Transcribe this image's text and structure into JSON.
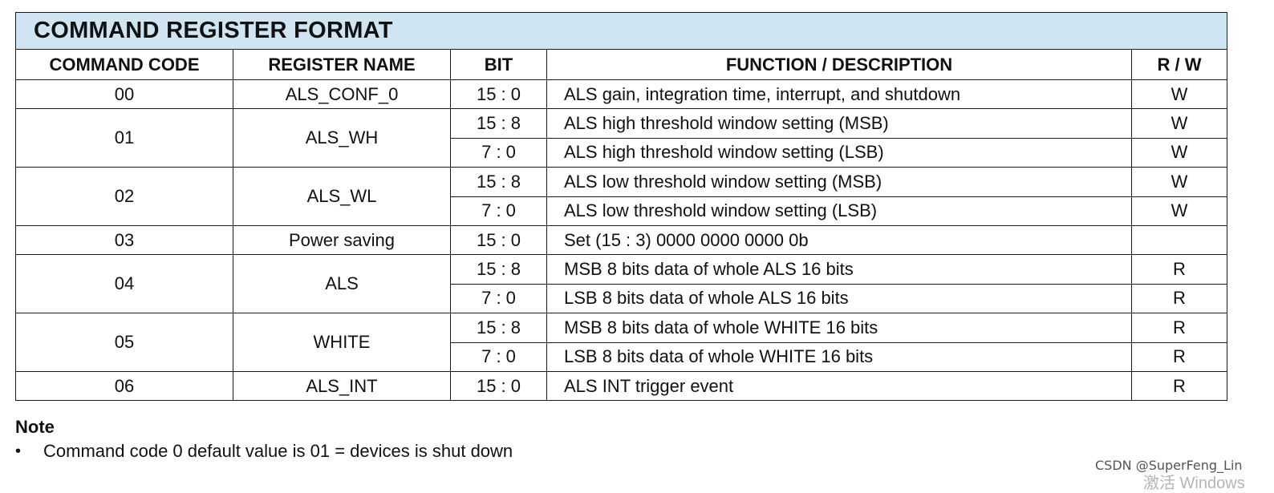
{
  "table": {
    "title": "COMMAND REGISTER FORMAT",
    "headers": {
      "code": "COMMAND CODE",
      "name": "REGISTER NAME",
      "bit": "BIT",
      "function": "FUNCTION / DESCRIPTION",
      "rw": "R / W"
    },
    "rows": [
      {
        "code": "00",
        "name": "ALS_CONF_0",
        "bit": "15 : 0",
        "desc": "ALS gain, integration time, interrupt, and shutdown",
        "rw": "W"
      },
      {
        "code": "01",
        "name": "ALS_WH",
        "bit": "15 : 8",
        "desc": "ALS high threshold window setting (MSB)",
        "rw": "W"
      },
      {
        "bit": "7 : 0",
        "desc": "ALS high threshold window setting (LSB)",
        "rw": "W"
      },
      {
        "code": "02",
        "name": "ALS_WL",
        "bit": "15 : 8",
        "desc": "ALS low threshold window setting (MSB)",
        "rw": "W"
      },
      {
        "bit": "7 : 0",
        "desc": "ALS low threshold window setting (LSB)",
        "rw": "W"
      },
      {
        "code": "03",
        "name": "Power saving",
        "bit": "15 : 0",
        "desc": "Set (15 : 3) 0000 0000 0000 0b",
        "rw": ""
      },
      {
        "code": "04",
        "name": "ALS",
        "bit": "15 : 8",
        "desc": "MSB 8 bits data of whole ALS 16 bits",
        "rw": "R"
      },
      {
        "bit": "7 : 0",
        "desc": "LSB 8 bits data of whole ALS 16 bits",
        "rw": "R"
      },
      {
        "code": "05",
        "name": "WHITE",
        "bit": "15 : 8",
        "desc": "MSB 8 bits data of whole WHITE 16 bits",
        "rw": "R"
      },
      {
        "bit": "7 : 0",
        "desc": "LSB 8 bits data of whole WHITE 16 bits",
        "rw": "R"
      },
      {
        "code": "06",
        "name": "ALS_INT",
        "bit": "15 : 0",
        "desc": "ALS INT trigger event",
        "rw": "R"
      }
    ]
  },
  "note": {
    "title": "Note",
    "bullet": "•",
    "items": [
      "Command code 0 default value is 01 = devices is shut down"
    ]
  },
  "watermark": {
    "author": "CSDN @SuperFeng_Lin",
    "os": "激活 Windows"
  },
  "colors": {
    "title_bg": "#cfe5f3",
    "border": "#1a1a1a",
    "text": "#111111"
  }
}
